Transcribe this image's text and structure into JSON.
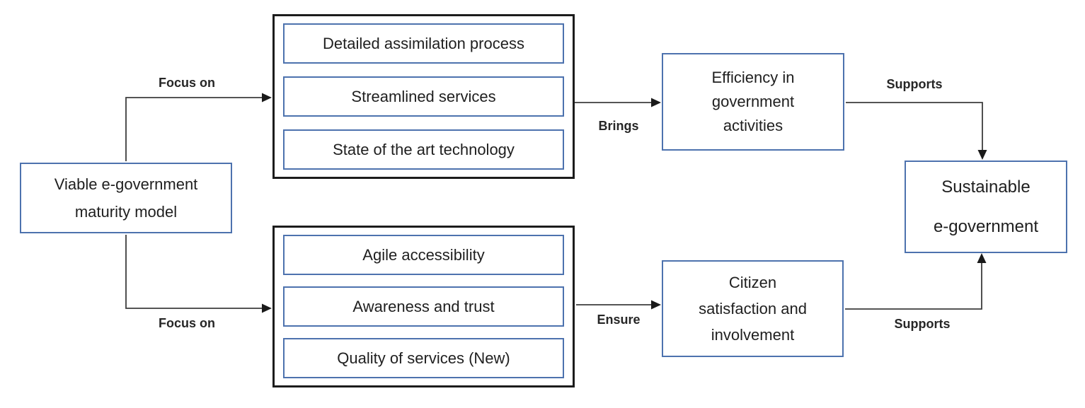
{
  "diagram": {
    "root": {
      "lines": [
        "Viable e-government",
        "maturity model"
      ]
    },
    "top_group": {
      "items": [
        "Detailed assimilation process",
        "Streamlined services",
        "State of the art technology"
      ]
    },
    "bottom_group": {
      "items": [
        "Agile accessibility",
        "Awareness and trust",
        "Quality of services (New)"
      ]
    },
    "efficiency": {
      "lines": [
        "Efficiency in",
        "government",
        "activities"
      ]
    },
    "citizen": {
      "lines": [
        "Citizen",
        "satisfaction and",
        "involvement"
      ]
    },
    "sustainable": {
      "lines": [
        "Sustainable",
        "e-government"
      ]
    },
    "edge_labels": {
      "focus_top": "Focus on",
      "focus_bottom": "Focus on",
      "brings": "Brings",
      "ensure": "Ensure",
      "supports_top": "Supports",
      "supports_bottom": "Supports"
    },
    "colors": {
      "box_border_blue": "#4d72ae",
      "group_border_black": "#1c1c1c",
      "arrow_line": "#3d3d3d",
      "arrowhead": "#1a1a1a",
      "text": "#1f1f1f",
      "background": "#ffffff"
    }
  }
}
